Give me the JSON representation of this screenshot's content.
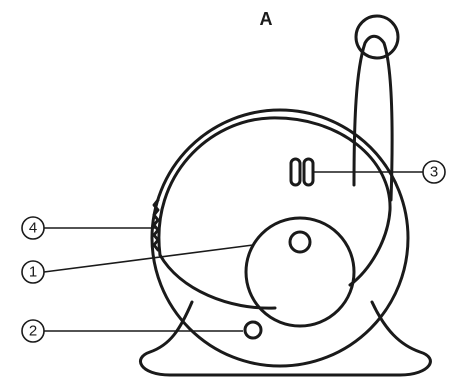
{
  "figure": {
    "label": "A"
  },
  "callouts": [
    {
      "number": "1"
    },
    {
      "number": "2"
    },
    {
      "number": "3"
    },
    {
      "number": "4"
    }
  ]
}
